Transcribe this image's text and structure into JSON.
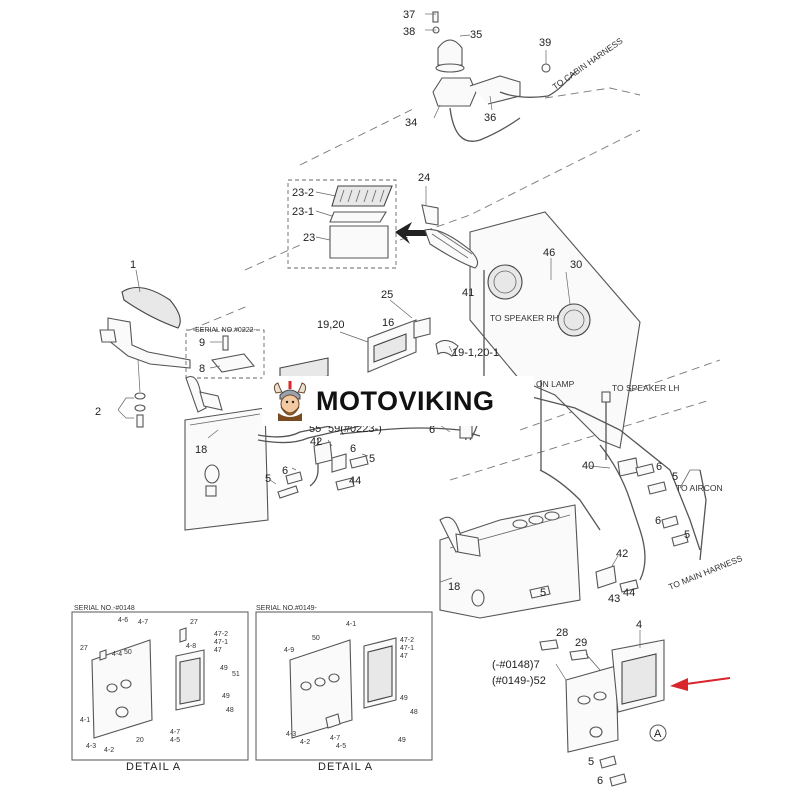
{
  "callouts": {
    "c37": "37",
    "c38": "38",
    "c35": "35",
    "c39": "39",
    "c34": "34",
    "c36": "36",
    "c24": "24",
    "c23_2": "23-2",
    "c23_1": "23-1",
    "c23": "23",
    "c1": "1",
    "c2": "2",
    "c9": "9",
    "c8": "8",
    "c46": "46",
    "c30": "30",
    "c41": "41",
    "c25": "25",
    "c19_20": "19,20",
    "c16": "16",
    "c19_1_20_1": "19-1,20-1",
    "c55": "55",
    "c59": "59(#0223-)",
    "c42": "42",
    "c18": "18",
    "c6a": "6",
    "c5a": "5",
    "c44": "44",
    "c6b": "6",
    "c40": "40",
    "c6c": "6",
    "c5b": "5",
    "c6d": "6",
    "c5c": "5",
    "c5d": "5",
    "c6e": "6",
    "c42b": "42",
    "c18b": "18",
    "c5e": "5",
    "c43": "43",
    "c44b": "44",
    "c28": "28",
    "c29": "29",
    "c7": "(-#0148)7",
    "c52": "(#0149-)52",
    "c4": "4",
    "c5f": "5",
    "c6f": "6",
    "cA": "A"
  },
  "routes": {
    "to_cabin_harness": "TO CABIN HARNESS",
    "to_speaker_rh": "TO SPEAKER RH",
    "on_lamp": "ON LAMP",
    "to_speaker_lh": "TO SPEAKER LH",
    "to_aircon": "TO AIRCON",
    "to_main_harness": "TO MAIN HARNESS",
    "serial_inset": "SERIAL NO.#0222-"
  },
  "detail_left": {
    "serial": "SERIAL NO.-#0148",
    "title": "DETAIL A",
    "labels": [
      "4-6",
      "4-7",
      "27",
      "27",
      "4-4",
      "50",
      "4-8",
      "47-2",
      "47-1",
      "47",
      "49",
      "51",
      "4-1",
      "20",
      "4-3",
      "4-2",
      "4-5",
      "4-7",
      "48",
      "49"
    ]
  },
  "detail_right": {
    "serial": "SERIAL NO.#0149-",
    "title": "DETAIL A",
    "labels": [
      "4-1",
      "50",
      "4-9",
      "47-2",
      "47-1",
      "47",
      "49",
      "4-3",
      "4-2",
      "4-7",
      "4-5",
      "49",
      "48"
    ]
  },
  "watermark": {
    "text": "MOTOVIKING",
    "logo": "viking-mascot-icon"
  },
  "colors": {
    "pointer_arrow": "#d9262c",
    "line": "#555555"
  }
}
